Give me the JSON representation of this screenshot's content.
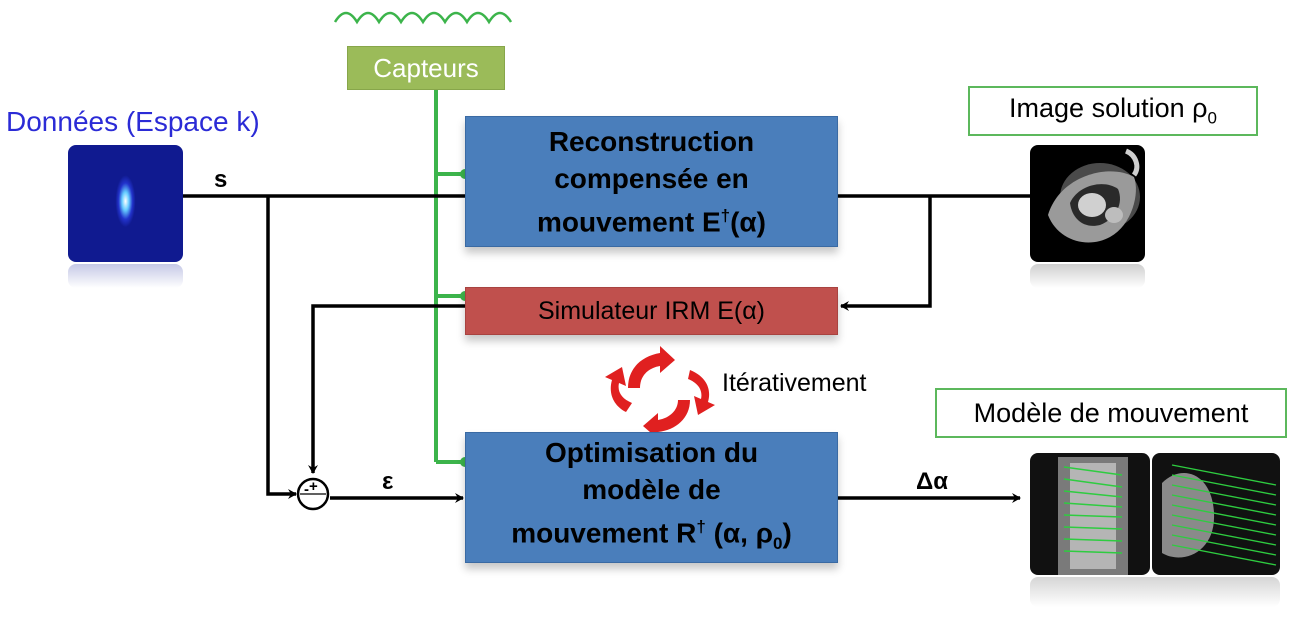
{
  "labels": {
    "donnees": "Données (Espace k)",
    "capteurs": "Capteurs",
    "signal_s": "s",
    "epsilon": "ε",
    "delta_alpha": "Δα",
    "iterativement": "Itérativement",
    "image_solution": "Image solution ρ",
    "image_solution_sub": "0",
    "modele_mouvement": "Modèle de mouvement"
  },
  "boxes": {
    "reconstruction": {
      "line1": "Reconstruction",
      "line2": "compensée en",
      "line3": "mouvement E",
      "line3_sup": "†",
      "line3_end": "(α)"
    },
    "simulateur": {
      "text": "Simulateur IRM E(α)"
    },
    "optimisation": {
      "line1": "Optimisation du",
      "line2": "modèle de",
      "line3": "mouvement R",
      "line3_sup": "†",
      "line3_mid": " (α, ρ",
      "line3_sub": "0",
      "line3_end": ")"
    }
  },
  "sumnode": {
    "plus": "+",
    "minus": "-"
  },
  "colors": {
    "blue_box": "#4a7ebb",
    "red_box": "#c0504d",
    "green_box": "#9bbb59",
    "sensor_line": "#3cb44b",
    "label_text_blue": "#2b2bd6",
    "iter_arrows": "#e02020"
  }
}
